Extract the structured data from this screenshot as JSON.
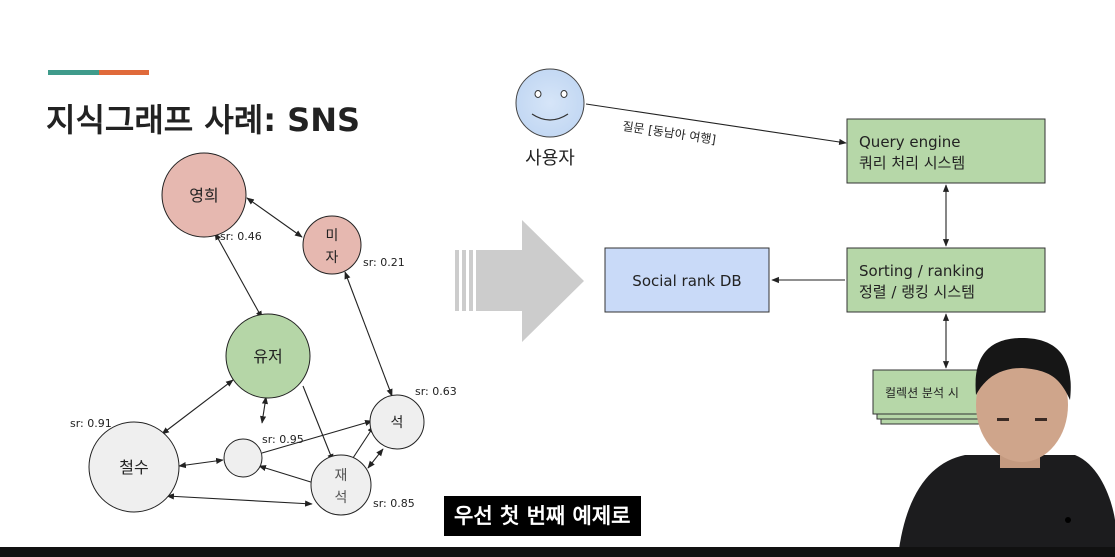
{
  "slide": {
    "title": "지식그래프 사례: SNS",
    "accent_colors": [
      "#3f9b8b",
      "#e06a3b"
    ]
  },
  "graph": {
    "nodes": {
      "younghee": "영희",
      "mija_1": "미",
      "mija_2": "자",
      "user": "유저",
      "cheolsu": "철수",
      "seok": "석",
      "jaeseok_1": "재",
      "jaeseok_2": "석"
    },
    "scores": {
      "younghee": "sr: 0.46",
      "mija": "sr: 0.21",
      "seok": "sr: 0.63",
      "cheolsu": "sr: 0.91",
      "small": "sr: 0.95",
      "jaeseok": "sr: 0.85"
    },
    "colors": {
      "pink": "#e6b8b0",
      "green": "#b5d6a7",
      "grey": "#efefef"
    }
  },
  "flow": {
    "user_label": "사용자",
    "query_label": "질문 [동남아 여행]",
    "query_engine": {
      "line1": "Query engine",
      "line2": "쿼리 처리 시스템"
    },
    "sorting": {
      "line1": "Sorting / ranking",
      "line2": "정렬 / 랭킹 시스템"
    },
    "social_db": "Social rank DB",
    "collection": "컬렉션 분석 시",
    "colors": {
      "green_box": "#b6d7a8",
      "blue_box": "#c9daf8"
    }
  },
  "caption": "우선 첫 번째 예제로"
}
